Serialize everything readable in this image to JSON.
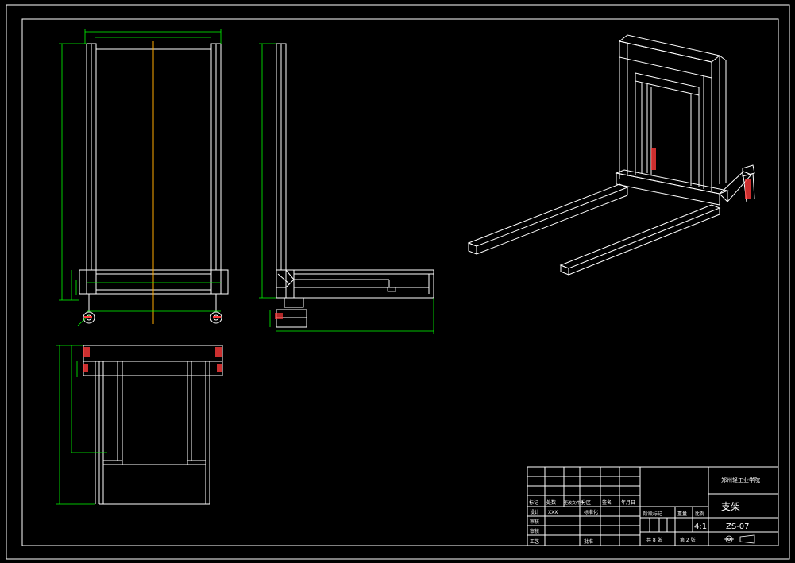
{
  "drawing": {
    "background": "#000000",
    "line_color": "#ffffff",
    "dim_color": "#00ff00",
    "center_color": "#ffaa00",
    "accent_color": "#ff3b3b"
  },
  "title_block": {
    "school": "郑州轻工业学院",
    "part_name": "支架",
    "scale_value": "4:1",
    "drawing_no": "ZS-07",
    "header_row": [
      "标记",
      "处数",
      "分区",
      "更改文件号",
      "签名",
      "年月日"
    ],
    "row_labels": [
      "设计",
      "审核",
      "审核",
      "工艺"
    ],
    "designer_value": "XXX",
    "std_label": "标准化",
    "approve_label": "批准",
    "stage_label": "阶段标记",
    "weight_label": "重量",
    "scale_label": "比例",
    "sheets_total": "共 8 张",
    "sheet_no": "第 2 张",
    "projection_icon": "first-angle-projection-icon"
  }
}
